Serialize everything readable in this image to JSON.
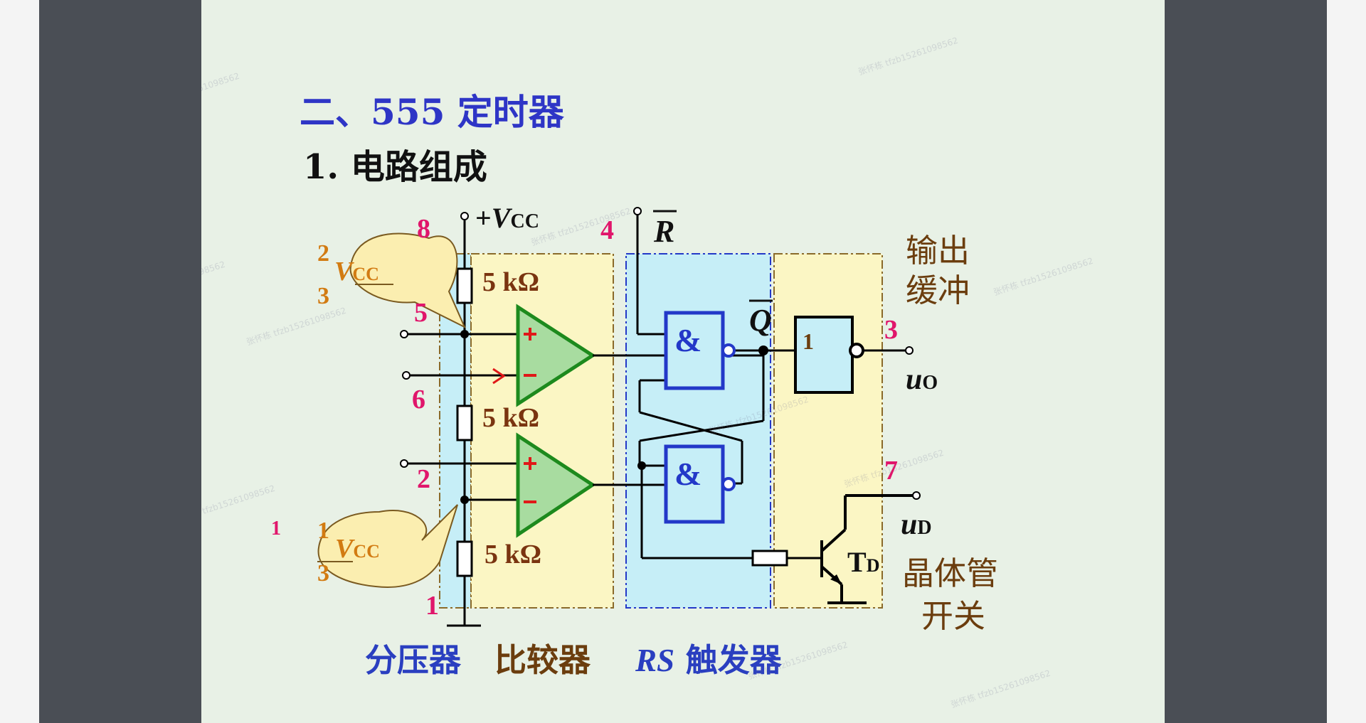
{
  "title": "二、555  定时器",
  "subtitle": "1. 电路组成",
  "pins": {
    "p8": "8",
    "p4": "4",
    "p5": "5",
    "p6": "6",
    "p2": "2",
    "p1": "1",
    "p3": "3",
    "p7": "7"
  },
  "supply": {
    "plus": "+",
    "v": "V",
    "sub": "CC"
  },
  "reset_label": "R",
  "qbar_label": "Q",
  "resistors": [
    "5 kΩ",
    "5 kΩ",
    "5 kΩ"
  ],
  "callout_top": {
    "num": "2",
    "den": "3",
    "v": "V",
    "sub": "CC"
  },
  "callout_bottom": {
    "num": "1",
    "den": "3",
    "v": "V",
    "sub": "CC"
  },
  "comparator_signs": {
    "plus": "+",
    "minus": "−"
  },
  "gate_labels": {
    "and1": "&",
    "and2": "&",
    "inv": "1"
  },
  "output": {
    "u": "u",
    "sub": "O"
  },
  "discharge": {
    "u": "u",
    "sub": "D"
  },
  "transistor": {
    "t": "T",
    "sub": "D"
  },
  "section_labels": {
    "output_buffer_1": "输出",
    "output_buffer_2": "缓冲",
    "transistor_switch_1": "晶体管",
    "transistor_switch_2": "开关",
    "divider": "分压器",
    "comparator": "比较器",
    "rs_prefix": "RS",
    "rs_suffix": " 触发器"
  },
  "stray_mark": "1",
  "colors": {
    "divider_fill": "#c6eef7",
    "comparator_fill": "#fbf6c4",
    "latch_fill": "#c6eef7",
    "buffer_fill": "#fbf6c4",
    "section_border": "#8a6a2a",
    "comparator_stroke": "#1d8a1d",
    "comparator_fill_tri": "#a8dca0",
    "gate_stroke": "#2338c8",
    "pin_color": "#e0166b",
    "callout_fill": "#fbeeb0"
  }
}
